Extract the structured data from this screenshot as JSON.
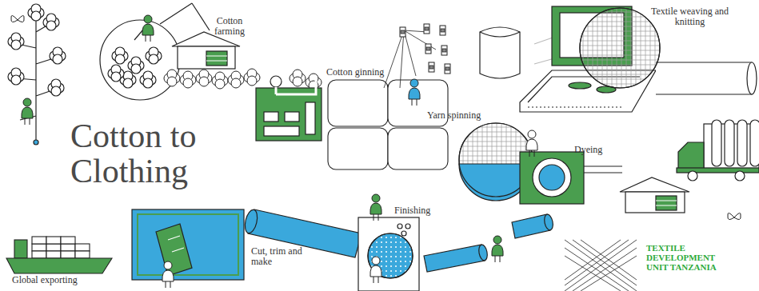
{
  "diagram": {
    "title": "Cotton to Clothing",
    "labels": [
      "Cotton farming",
      "Cotton ginning",
      "Textile weaving and knitting",
      "Yarn spinning",
      "Dyeing",
      "Finishing",
      "Cut, trim and make",
      "Global exporting",
      "TEXTILE DEVELOPMENT UNIT TANZANIA"
    ]
  }
}
